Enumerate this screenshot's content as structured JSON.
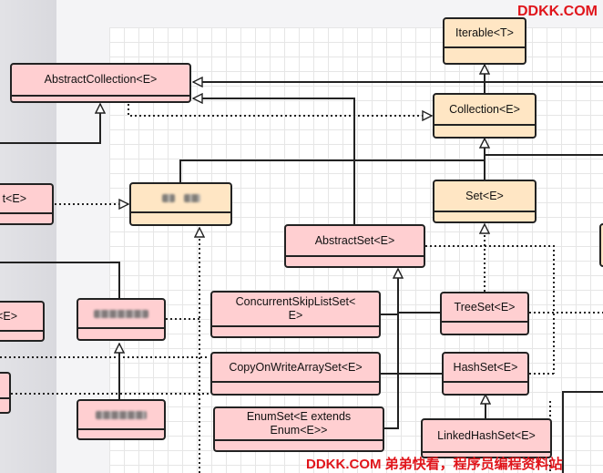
{
  "nodes": {
    "iterable": "Iterable<T>",
    "abstract_collection": "AbstractCollection<E>",
    "collection": "Collection<E>",
    "abstract_left_partial": "t<E>",
    "set": "Set<E>",
    "abstract_set": "AbstractSet<E>",
    "left_partial_e": "<E>",
    "concurrent_skip_list_set": "ConcurrentSkipListSet<E>",
    "tree_set": "TreeSet<E>",
    "copy_on_write_array_set": "CopyOnWriteArraySet<E>",
    "hash_set": "HashSet<E>",
    "enum_set": "EnumSet<E extends Enum<E>>",
    "linked_hash_set": "LinkedHashSet<E>"
  },
  "watermarks": {
    "top": "DDKK.COM",
    "bottom": "DDKK.COM 弟弟快看，程序员编程资料站"
  },
  "colors": {
    "class_fill": "#ffcfd1",
    "interface_fill": "#ffe6c4",
    "watermark": "#e0151b"
  }
}
